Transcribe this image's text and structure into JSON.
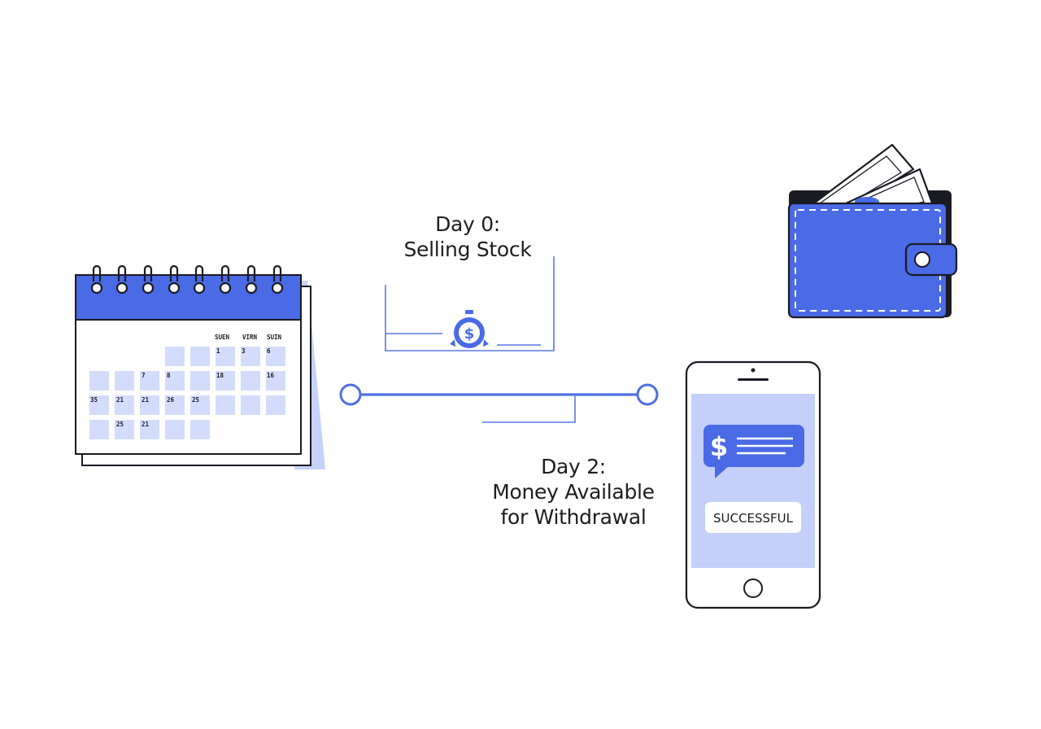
{
  "day0": {
    "line1": "Day 0:",
    "line2": "Selling Stock"
  },
  "day2": {
    "line1": "Day 2:",
    "line2": "Money Available",
    "line3": "for Withdrawal"
  },
  "phone": {
    "status_text": "SUCCESSFUL",
    "message_symbol": "$"
  },
  "coin": {
    "symbol": "$"
  },
  "calendar": {
    "header_cells": [
      "SUEN",
      "VIRN",
      "SUIN"
    ],
    "day_numbers": [
      "1",
      "3",
      "6",
      "7",
      "8",
      "18",
      "16",
      "35",
      "21",
      "21",
      "26",
      "25",
      "25",
      "21"
    ]
  },
  "colors": {
    "accent": "#4a6ae6",
    "light_accent": "#c4d0f9",
    "cell": "#d3dcfa",
    "outline": "#1b1b24",
    "timeline": "#4f6fe0"
  }
}
